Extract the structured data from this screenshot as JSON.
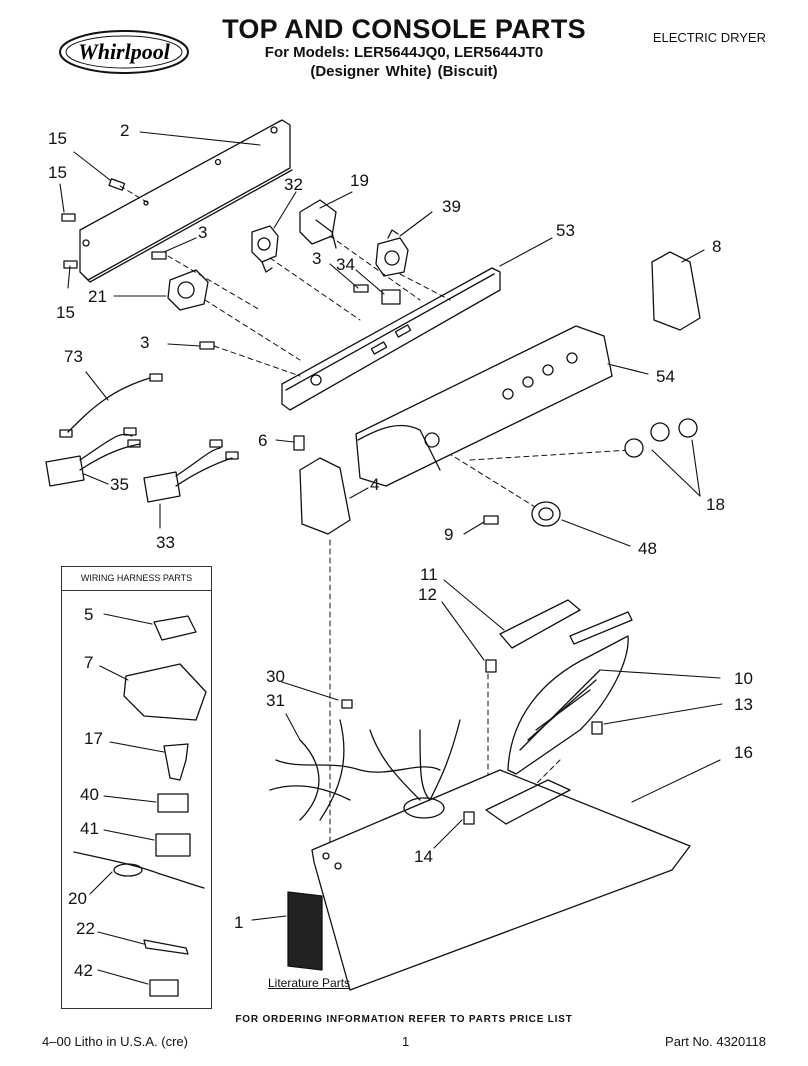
{
  "header": {
    "brand": "Whirlpool",
    "title": "TOP AND CONSOLE PARTS",
    "models_line": "For Models: LER5644JQ0, LER5644JT0",
    "colors_line": "(Designer White)    (Biscuit)",
    "product_type": "ELECTRIC DRYER"
  },
  "wiring_box": {
    "title": "WIRING HARNESS PARTS"
  },
  "literature_label": "Literature Parts",
  "footer": {
    "order_note": "FOR ORDERING INFORMATION REFER TO PARTS PRICE LIST",
    "litho": "4–00 Litho in U.S.A. (cre)",
    "page": "1",
    "part_no": "Part No. 4320118"
  },
  "callouts": [
    "15",
    "2",
    "15",
    "32",
    "19",
    "39",
    "3",
    "53",
    "8",
    "3",
    "34",
    "15",
    "21",
    "3",
    "73",
    "54",
    "6",
    "4",
    "35",
    "33",
    "18",
    "9",
    "48",
    "11",
    "12",
    "10",
    "30",
    "31",
    "13",
    "16",
    "14",
    "1",
    "5",
    "7",
    "17",
    "40",
    "41",
    "20",
    "22",
    "42"
  ]
}
